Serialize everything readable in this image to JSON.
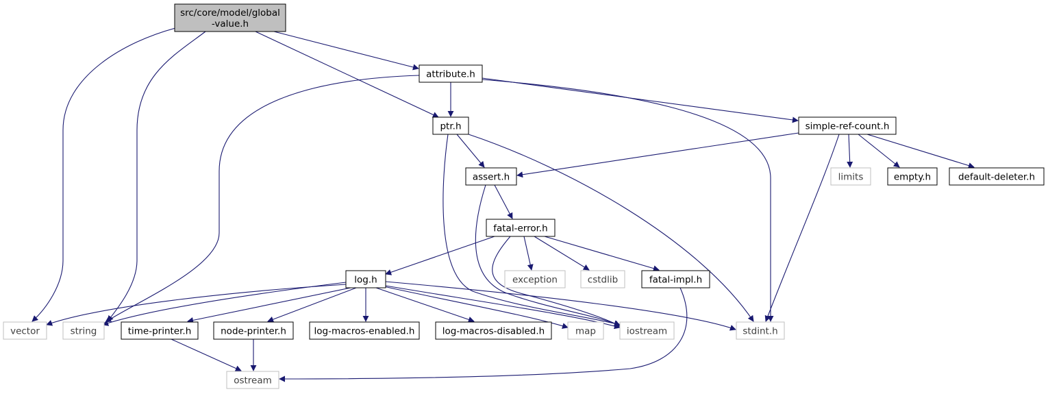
{
  "colors": {
    "edge": "#191970",
    "node_border": "#000000",
    "external_border": "#bfbfbf",
    "external_text": "#404040",
    "root_fill": "#bfbfbf",
    "node_fill": "#ffffff",
    "text": "#000000"
  },
  "nodes": {
    "root": {
      "lines": [
        "src/core/model/global",
        "-value.h"
      ],
      "kind": "root"
    },
    "attribute": {
      "lines": [
        "attribute.h"
      ],
      "kind": "local"
    },
    "ptr": {
      "lines": [
        "ptr.h"
      ],
      "kind": "local"
    },
    "simple_ref_count": {
      "lines": [
        "simple-ref-count.h"
      ],
      "kind": "local"
    },
    "assert": {
      "lines": [
        "assert.h"
      ],
      "kind": "local"
    },
    "limits": {
      "lines": [
        "limits"
      ],
      "kind": "external"
    },
    "empty": {
      "lines": [
        "empty.h"
      ],
      "kind": "local"
    },
    "default_deleter": {
      "lines": [
        "default-deleter.h"
      ],
      "kind": "local"
    },
    "fatal_error": {
      "lines": [
        "fatal-error.h"
      ],
      "kind": "local"
    },
    "log": {
      "lines": [
        "log.h"
      ],
      "kind": "local"
    },
    "exception": {
      "lines": [
        "exception"
      ],
      "kind": "external"
    },
    "cstdlib": {
      "lines": [
        "cstdlib"
      ],
      "kind": "external"
    },
    "fatal_impl": {
      "lines": [
        "fatal-impl.h"
      ],
      "kind": "local"
    },
    "vector": {
      "lines": [
        "vector"
      ],
      "kind": "external"
    },
    "string": {
      "lines": [
        "string"
      ],
      "kind": "external"
    },
    "time_printer": {
      "lines": [
        "time-printer.h"
      ],
      "kind": "local"
    },
    "node_printer": {
      "lines": [
        "node-printer.h"
      ],
      "kind": "local"
    },
    "log_macros_enabled": {
      "lines": [
        "log-macros-enabled.h"
      ],
      "kind": "local"
    },
    "log_macros_disabled": {
      "lines": [
        "log-macros-disabled.h"
      ],
      "kind": "local"
    },
    "map": {
      "lines": [
        "map"
      ],
      "kind": "external"
    },
    "iostream": {
      "lines": [
        "iostream"
      ],
      "kind": "external"
    },
    "stdint": {
      "lines": [
        "stdint.h"
      ],
      "kind": "external"
    },
    "ostream": {
      "lines": [
        "ostream"
      ],
      "kind": "external"
    }
  },
  "edges": [
    {
      "from": "root",
      "to": "vector"
    },
    {
      "from": "root",
      "to": "string"
    },
    {
      "from": "root",
      "to": "ptr"
    },
    {
      "from": "root",
      "to": "attribute"
    },
    {
      "from": "attribute",
      "to": "string"
    },
    {
      "from": "attribute",
      "to": "ptr"
    },
    {
      "from": "attribute",
      "to": "stdint"
    },
    {
      "from": "attribute",
      "to": "simple_ref_count"
    },
    {
      "from": "ptr",
      "to": "assert"
    },
    {
      "from": "ptr",
      "to": "iostream"
    },
    {
      "from": "ptr",
      "to": "stdint"
    },
    {
      "from": "simple_ref_count",
      "to": "assert"
    },
    {
      "from": "simple_ref_count",
      "to": "stdint"
    },
    {
      "from": "simple_ref_count",
      "to": "limits"
    },
    {
      "from": "simple_ref_count",
      "to": "empty"
    },
    {
      "from": "simple_ref_count",
      "to": "default_deleter"
    },
    {
      "from": "assert",
      "to": "fatal_error"
    },
    {
      "from": "assert",
      "to": "iostream"
    },
    {
      "from": "fatal_error",
      "to": "log"
    },
    {
      "from": "fatal_error",
      "to": "iostream"
    },
    {
      "from": "fatal_error",
      "to": "exception"
    },
    {
      "from": "fatal_error",
      "to": "cstdlib"
    },
    {
      "from": "fatal_error",
      "to": "fatal_impl"
    },
    {
      "from": "fatal_impl",
      "to": "ostream"
    },
    {
      "from": "log",
      "to": "vector"
    },
    {
      "from": "log",
      "to": "string"
    },
    {
      "from": "log",
      "to": "time_printer"
    },
    {
      "from": "log",
      "to": "node_printer"
    },
    {
      "from": "log",
      "to": "log_macros_enabled"
    },
    {
      "from": "log",
      "to": "log_macros_disabled"
    },
    {
      "from": "log",
      "to": "map"
    },
    {
      "from": "log",
      "to": "iostream"
    },
    {
      "from": "log",
      "to": "stdint"
    },
    {
      "from": "time_printer",
      "to": "ostream"
    },
    {
      "from": "node_printer",
      "to": "ostream"
    }
  ]
}
